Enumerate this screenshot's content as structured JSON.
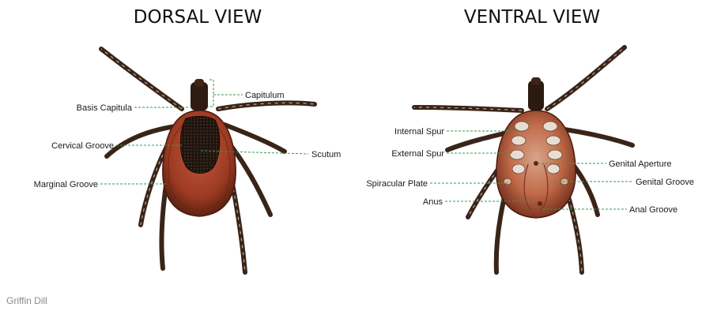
{
  "dorsal": {
    "title": "DORSAL VIEW",
    "labels": {
      "capitulum": "Capitulum",
      "basis_capitula": "Basis Capitula",
      "cervical_groove": "Cervical Groove",
      "scutum": "Scutum",
      "marginal_groove": "Marginal Groove"
    }
  },
  "ventral": {
    "title": "VENTRAL VIEW",
    "labels": {
      "internal_spur": "Internal Spur",
      "external_spur": "External Spur",
      "genital_aperture": "Genital Aperture",
      "spiracular_plate": "Spiracular Plate",
      "genital_groove": "Genital Groove",
      "anus": "Anus",
      "anal_groove": "Anal Groove"
    }
  },
  "credit": "Griffin Dill",
  "colors": {
    "leader_line": "#2f9e4a",
    "body_red": "#9c3a22",
    "scutum_dark": "#2a1a12",
    "leg_brown": "#3a2418"
  }
}
